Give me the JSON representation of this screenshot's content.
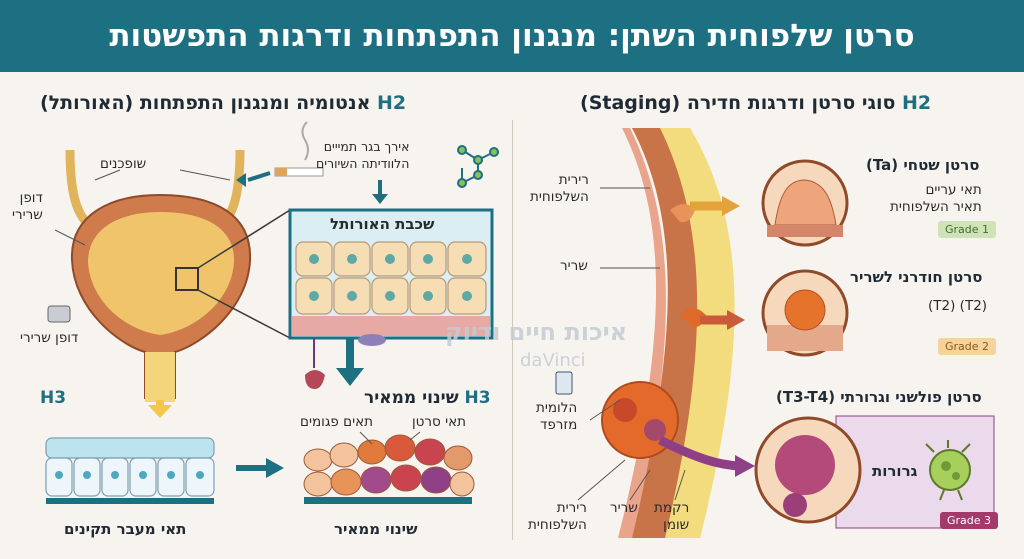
{
  "title": "סרטן שלפוחית השתן: מנגנון התפתחות ודרגות התפשטות",
  "left": {
    "heading_tag": "H2",
    "heading": "אנטומיה ומנגנון התפתחות (האורותל)",
    "labels": {
      "ureters": "שופכנים",
      "muscle_sphincter": "דופן\nשרירי",
      "sphincter_bottom": "דופן שרירי",
      "exposure": "אירך בגר תמייים\nהלוודיתה השיורים",
      "urothelium": "שכבת האורותל",
      "mutation_cells": "תאים פגומים",
      "cancer_cells": "תאי סרטן"
    },
    "h3_left_tag": "H3",
    "h3_mid_tag": "H3",
    "h3_mid": "שינוי ממאיר",
    "normal_caption": "תאי מעבר תקינים",
    "malignant_caption": "שינוי ממאיר"
  },
  "right": {
    "heading_tag": "H2",
    "heading": "סוגי סרטן ודרגות חדירה (Staging)",
    "layers": {
      "mucosa": "רירית\nהשלפוחית",
      "muscle": "שריר",
      "metastatic_lbl": "הלומית\nמזרפד",
      "bottom_mucosa": "רירית\nהשלפוחית",
      "bottom_muscle": "שריר",
      "bottom_fat": "רקמת\nשומן"
    },
    "stages": [
      {
        "title": "סרטן שטחי (Ta)",
        "desc": "תאי עריים\nתאיר השלפוחית",
        "grade": "Grade 1"
      },
      {
        "title": "סרטן חודרני לשריר",
        "desc": "(T2) (T2)",
        "grade": "Grade 2"
      },
      {
        "title": "סרטן פולשני וגרורתי (T3-T4)",
        "desc": "גרורות",
        "grade": "Grade 3"
      }
    ]
  },
  "watermark": {
    "line1": "איכות חיים ודיוק",
    "line2": "daVinci"
  },
  "colors": {
    "header": "#1d6f82",
    "grade1": "#5c9b54",
    "grade2": "#e4a33a",
    "grade3": "#a33a6b"
  }
}
